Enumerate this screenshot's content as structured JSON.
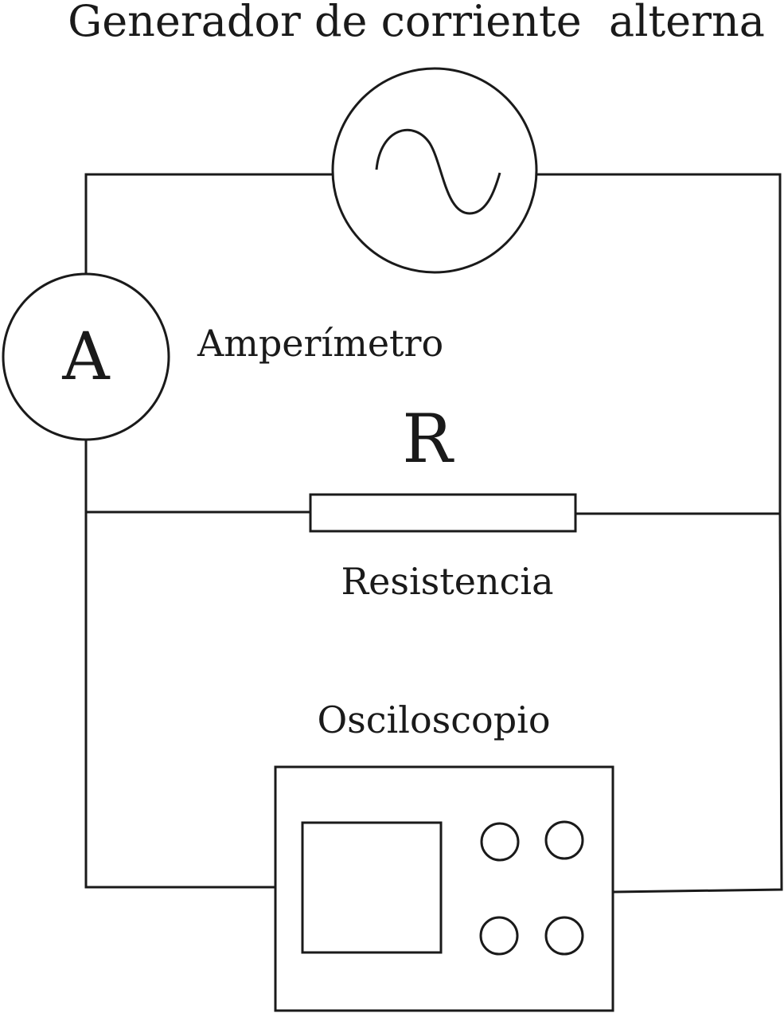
{
  "labels": {
    "generator": "Generador de corriente  alterna",
    "ammeter_symbol": "A",
    "ammeter": "Amperímetro",
    "resistor_symbol": "R",
    "resistor": "Resistencia",
    "oscilloscope": "Osciloscopio"
  },
  "components": {
    "generator": {
      "symbol_icon": "ac-sine-icon"
    },
    "oscilloscope": {
      "knobs": 4,
      "screen": "square-screen"
    }
  },
  "colors": {
    "line": "#1a1a1a",
    "background": "#ffffff"
  }
}
